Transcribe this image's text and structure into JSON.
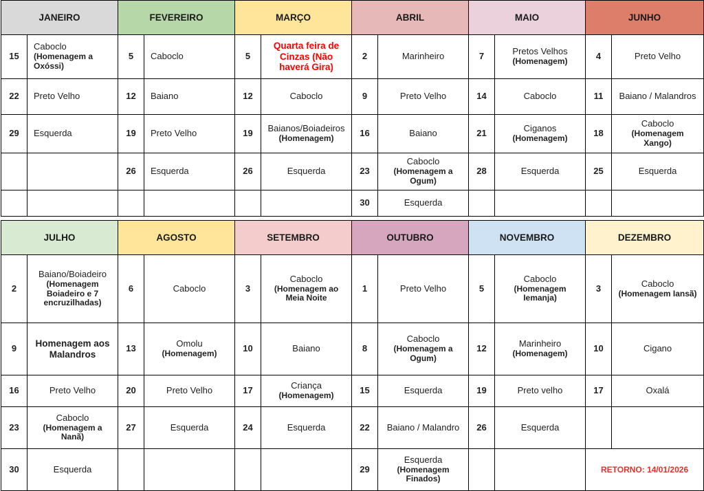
{
  "halves": [
    {
      "months": [
        {
          "name": "JANEIRO",
          "color": "#d9d9d9"
        },
        {
          "name": "FEVEREIRO",
          "color": "#b6d7a8"
        },
        {
          "name": "MARÇO",
          "color": "#ffe599"
        },
        {
          "name": "ABRIL",
          "color": "#e6b8b7"
        },
        {
          "name": "MAIO",
          "color": "#ead1dc"
        },
        {
          "name": "JUNHO",
          "color": "#dd7e6b"
        }
      ],
      "rows": [
        [
          {
            "day": "15",
            "lines": [
              "Caboclo"
            ],
            "sub": [
              "(Homenagem a",
              "Oxóssi)"
            ],
            "left": true
          },
          {
            "day": "5",
            "lines": [
              "Caboclo"
            ],
            "left": true
          },
          {
            "day": "5",
            "lines": [
              "Quarta feira de",
              "Cinzas (Não",
              "haverá Gira)"
            ],
            "style": "red"
          },
          {
            "day": "2",
            "lines": [
              "Marinheiro"
            ]
          },
          {
            "day": "7",
            "lines": [
              "Pretos Velhos"
            ],
            "sub": [
              "(Homenagem)"
            ]
          },
          {
            "day": "4",
            "lines": [
              "Preto Velho"
            ]
          }
        ],
        [
          {
            "day": "22",
            "lines": [
              "Preto Velho"
            ],
            "left": true
          },
          {
            "day": "12",
            "lines": [
              "Baiano"
            ],
            "left": true
          },
          {
            "day": "12",
            "lines": [
              "Caboclo"
            ]
          },
          {
            "day": "9",
            "lines": [
              "Preto Velho"
            ]
          },
          {
            "day": "14",
            "lines": [
              "Caboclo"
            ]
          },
          {
            "day": "11",
            "lines": [
              "Baiano / Malandros"
            ]
          }
        ],
        [
          {
            "day": "29",
            "lines": [
              "Esquerda"
            ],
            "left": true
          },
          {
            "day": "19",
            "lines": [
              "Preto Velho"
            ],
            "left": true
          },
          {
            "day": "19",
            "lines": [
              "Baianos/Boiadeiros"
            ],
            "sub": [
              "(Homenagem)"
            ]
          },
          {
            "day": "16",
            "lines": [
              "Baiano"
            ]
          },
          {
            "day": "21",
            "lines": [
              "Ciganos"
            ],
            "sub": [
              "(Homenagem)"
            ]
          },
          {
            "day": "18",
            "lines": [
              "Caboclo"
            ],
            "sub": [
              "(Homenagem",
              "Xango)"
            ]
          }
        ],
        [
          {
            "day": "",
            "lines": []
          },
          {
            "day": "26",
            "lines": [
              "Esquerda"
            ],
            "left": true
          },
          {
            "day": "26",
            "lines": [
              "Esquerda"
            ]
          },
          {
            "day": "23",
            "lines": [
              "Caboclo"
            ],
            "sub": [
              "(Homenagem a",
              "Ogum)"
            ]
          },
          {
            "day": "28",
            "lines": [
              "Esquerda"
            ]
          },
          {
            "day": "25",
            "lines": [
              "Esquerda"
            ]
          }
        ],
        [
          {
            "day": "",
            "lines": []
          },
          {
            "day": "",
            "lines": []
          },
          {
            "day": "",
            "lines": []
          },
          {
            "day": "30",
            "lines": [
              "Esquerda"
            ]
          },
          {
            "day": "",
            "lines": []
          },
          {
            "day": "",
            "lines": []
          }
        ]
      ]
    },
    {
      "months": [
        {
          "name": "JULHO",
          "color": "#d9ead3"
        },
        {
          "name": "AGOSTO",
          "color": "#ffe599"
        },
        {
          "name": "SETEMBRO",
          "color": "#f4cccc"
        },
        {
          "name": "OUTUBRO",
          "color": "#d5a6bd"
        },
        {
          "name": "NOVEMBRO",
          "color": "#cfe2f3"
        },
        {
          "name": "DEZEMBRO",
          "color": "#fff2cc"
        }
      ],
      "rows": [
        [
          {
            "day": "2",
            "lines": [
              "Baiano/Boiadeiro"
            ],
            "sub": [
              "(Homenagem",
              "Boiadeiro e 7",
              "encruzilhadas)"
            ]
          },
          {
            "day": "6",
            "lines": [
              "Caboclo"
            ]
          },
          {
            "day": "3",
            "lines": [
              "Caboclo"
            ],
            "sub": [
              "(Homenagem ao",
              "Meia Noite"
            ]
          },
          {
            "day": "1",
            "lines": [
              "Preto Velho"
            ]
          },
          {
            "day": "5",
            "lines": [
              "Caboclo"
            ],
            "sub": [
              "(Homenagem",
              "Iemanja)"
            ]
          },
          {
            "day": "3",
            "lines": [
              "Caboclo"
            ],
            "sub": [
              "(Homenagem Iansã)"
            ]
          }
        ],
        [
          {
            "day": "9",
            "lines": [
              "Homenagem aos",
              "Malandros"
            ],
            "style": "bold"
          },
          {
            "day": "13",
            "lines": [
              "Omolu"
            ],
            "sub": [
              "(Homenagem)"
            ]
          },
          {
            "day": "10",
            "lines": [
              "Baiano"
            ]
          },
          {
            "day": "8",
            "lines": [
              "Caboclo"
            ],
            "sub": [
              "(Homenagem   a",
              "Ogum)"
            ]
          },
          {
            "day": "12",
            "lines": [
              "Marinheiro"
            ],
            "sub": [
              "(Homenagem)"
            ]
          },
          {
            "day": "10",
            "lines": [
              "Cigano"
            ]
          }
        ],
        [
          {
            "day": "16",
            "lines": [
              "Preto Velho"
            ]
          },
          {
            "day": "20",
            "lines": [
              "Preto Velho"
            ]
          },
          {
            "day": "17",
            "lines": [
              "Criança"
            ],
            "sub": [
              "(Homenagem)"
            ]
          },
          {
            "day": "15",
            "lines": [
              "Esquerda"
            ]
          },
          {
            "day": "19",
            "lines": [
              "Preto velho"
            ]
          },
          {
            "day": "17",
            "lines": [
              "Oxalá"
            ]
          }
        ],
        [
          {
            "day": "23",
            "lines": [
              "Caboclo"
            ],
            "sub": [
              "(Homenagem a",
              "Nanã)"
            ]
          },
          {
            "day": "27",
            "lines": [
              "Esquerda"
            ]
          },
          {
            "day": "24",
            "lines": [
              "Esquerda"
            ]
          },
          {
            "day": "22",
            "lines": [
              "Baiano / Malandro"
            ]
          },
          {
            "day": "26",
            "lines": [
              "Esquerda"
            ]
          },
          {
            "day": "",
            "lines": []
          }
        ],
        [
          {
            "day": "30",
            "lines": [
              "Esquerda"
            ]
          },
          {
            "day": "",
            "lines": []
          },
          {
            "day": "",
            "lines": []
          },
          {
            "day": "29",
            "lines": [
              "Esquerda"
            ],
            "sub": [
              "(Homenagem",
              "Finados)"
            ]
          },
          {
            "day": "",
            "lines": []
          },
          {
            "retorno": "RETORNO: 14/01/2026"
          }
        ]
      ]
    }
  ]
}
